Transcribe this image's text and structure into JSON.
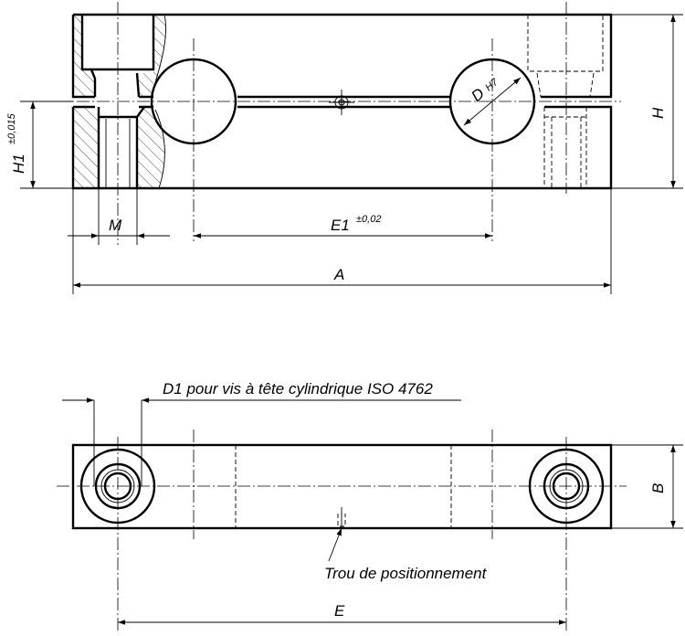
{
  "labels": {
    "h1": "H1",
    "h1_tol": "±0,015",
    "h": "H",
    "m": "M",
    "e1": "E1",
    "e1_tol": "±0,02",
    "a": "A",
    "d": "D",
    "d_fit": "H7",
    "d1_note": "D1 pour vis à tête cylindrique ISO 4762",
    "b": "B",
    "e": "E",
    "positioning_note": "Trou de positionnement"
  }
}
